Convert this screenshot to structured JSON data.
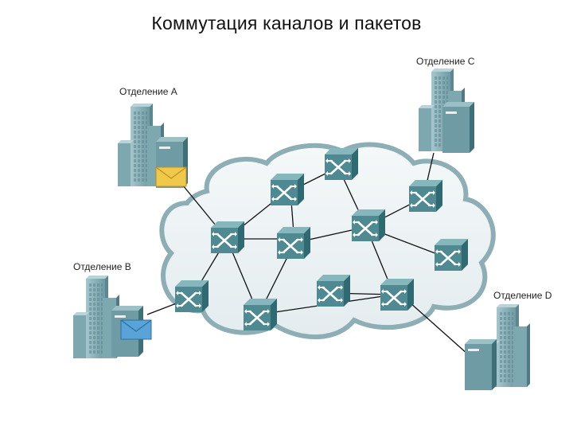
{
  "title": "Коммутация каналов и пакетов",
  "offices": {
    "a": "Отделение A",
    "b": "Отделение B",
    "c": "Отделение C",
    "d": "Отделение D"
  },
  "colors": {
    "cloud_fill": "#eef3f5",
    "cloud_stroke": "#8eaeb6",
    "switch_front": "#4f8a93",
    "switch_top": "#7fb0b6",
    "switch_side": "#2f6a73",
    "building": "#8fb4bc",
    "envelope_yellow": "#f0c84a",
    "envelope_blue": "#5aa3d8"
  },
  "icons": {
    "switch": "packet-switch-icon",
    "building": "office-building-icon",
    "envelope": "envelope-icon"
  }
}
